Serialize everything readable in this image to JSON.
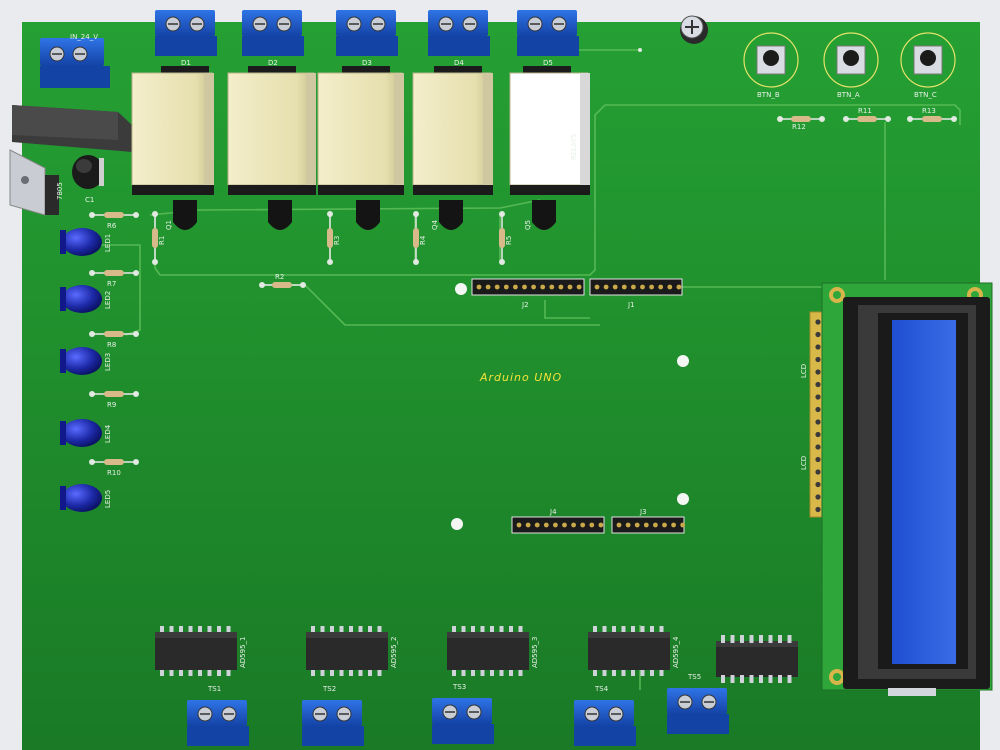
{
  "board_label": "Arduino UNO",
  "colors": {
    "board": "#1f8a2c",
    "board_dark": "#17711f",
    "trace": "#5fbf5a",
    "terminal_blue": "#1f5fd0",
    "relay_body": "#ece6b8",
    "lcd_screen": "#2d5fd8",
    "silkscreen": "#e8f0e8"
  },
  "power_connector": "IN_24_V",
  "regulator": "7805",
  "capacitor": "C1",
  "diodes": [
    "D1",
    "D2",
    "D3",
    "D4",
    "D5"
  ],
  "relays": [
    "",
    "",
    "",
    "",
    "RELAY5"
  ],
  "transistors": [
    "Q1",
    "",
    "",
    "Q4",
    "Q5"
  ],
  "relay_resistors": [
    "R1",
    "",
    "R3",
    "R4",
    "R5"
  ],
  "base_resistor": "R2",
  "leds": [
    "LED1",
    "LED2",
    "LED3",
    "LED4",
    "LED5"
  ],
  "led_resistors": [
    "R6",
    "R7",
    "R8",
    "R9",
    "R10"
  ],
  "buttons": [
    "BTN_B",
    "BTN_A",
    "BTN_C"
  ],
  "button_resistors": [
    "R12",
    "R11",
    "R13"
  ],
  "headers": {
    "top_left": "J2",
    "top_right": "J1",
    "bottom_left": "J4",
    "bottom_right": "J3"
  },
  "lcd_labels": [
    "LCD",
    "LCD"
  ],
  "shift_registers": [
    "AD595_1",
    "AD595_2",
    "AD595_3",
    "AD595_4"
  ],
  "sensor_terminals": [
    "TS1",
    "TS2",
    "TS3",
    "TS4",
    "TS5"
  ]
}
